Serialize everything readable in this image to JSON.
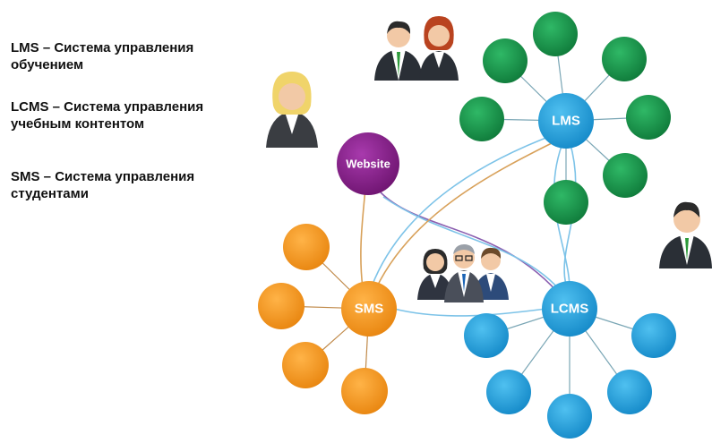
{
  "legend": {
    "lms": {
      "abbr": "LMS",
      "text": " – Система управления обучением"
    },
    "lcms": {
      "abbr": "LCMS",
      "text": " – Система управления учебным контентом"
    },
    "sms": {
      "abbr": "SMS",
      "text": " – Система управления студентами"
    }
  },
  "hubs": {
    "lms": "LMS",
    "lcms": "LCMS",
    "sms": "SMS",
    "website": "Website"
  },
  "colors": {
    "lms": "#17934a",
    "lms_hub": "#1ea4e0",
    "lcms": "#1ea4e0",
    "sms": "#f39a1e",
    "website": "#8b1f8e",
    "edge_blue": "#7dc3e8",
    "edge_orange": "#d8a15a",
    "edge_purple": "#8b5fb0"
  },
  "icons": [
    "people-pair-icon",
    "woman-user-icon",
    "man-user-icon",
    "user-group-icon"
  ]
}
